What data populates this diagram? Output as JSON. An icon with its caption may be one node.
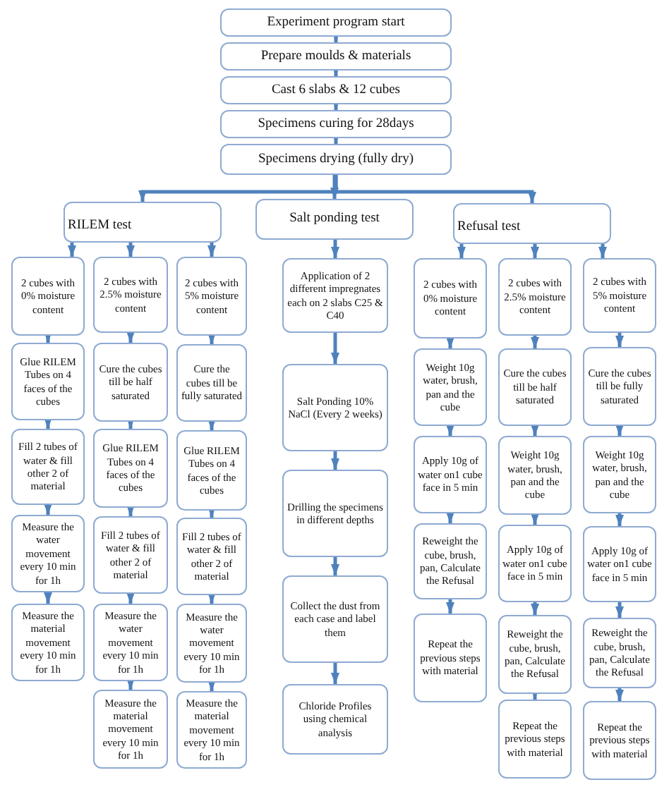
{
  "diagram": {
    "nodes": [
      {
        "text": [
          "Experiment program start"
        ]
      },
      {
        "text": [
          "Prepare moulds & materials"
        ]
      },
      {
        "text": [
          "Cast 6 slabs & 12 cubes"
        ]
      },
      {
        "text": [
          "Specimens curing for 28days"
        ]
      },
      {
        "text": [
          "Specimens drying (fully dry)"
        ]
      },
      {
        "text": [
          "RILEM test"
        ]
      },
      {
        "text": [
          "Salt ponding test"
        ]
      },
      {
        "text": [
          "Refusal test"
        ]
      },
      {
        "text": [
          "2 cubes with 0% moisture content"
        ]
      },
      {
        "text": [
          "Glue RILEM Tubes on 4 faces of the cubes"
        ]
      },
      {
        "text": [
          "Fill 2 tubes of water & fill other 2 of material"
        ]
      },
      {
        "text": [
          "Measure the water movement every 10 min for 1h"
        ]
      },
      {
        "text": [
          "Measure the material movement every 10 min for 1h"
        ]
      },
      {
        "text": [
          "2 cubes with 2.5% moisture content"
        ]
      },
      {
        "text": [
          "Cure the cubes till be half saturated"
        ]
      },
      {
        "text": [
          "Glue RILEM Tubes on 4 faces of the cubes"
        ]
      },
      {
        "text": [
          "Fill 2 tubes of water & fill other 2 of material"
        ]
      },
      {
        "text": [
          "Measure the water movement every 10 min for 1h"
        ]
      },
      {
        "text": [
          "Measure the material movement every 10 min for 1h"
        ]
      },
      {
        "text": [
          "2 cubes with 5% moisture content"
        ]
      },
      {
        "text": [
          "Cure the cubes till be fully saturated"
        ]
      },
      {
        "text": [
          "Glue RILEM Tubes on 4 faces of the cubes"
        ]
      },
      {
        "text": [
          "Fill 2 tubes of water & fill other 2 of material"
        ]
      },
      {
        "text": [
          "Measure the water movement every 10 min for 1h"
        ]
      },
      {
        "text": [
          "Measure the material movement every 10 min for 1h"
        ]
      },
      {
        "text": [
          "Application of 2 different impregnates each on 2 slabs C25 & C40"
        ]
      },
      {
        "text": [
          "Salt Ponding 10% NaCl (Every 2 weeks)"
        ]
      },
      {
        "text": [
          "Drilling the specimens in different depths"
        ]
      },
      {
        "text": [
          "Collect the dust from each case and label them"
        ]
      },
      {
        "text": [
          "Chloride Profiles using chemical analysis"
        ]
      },
      {
        "text": [
          "2 cubes with 0% moisture content"
        ]
      },
      {
        "text": [
          "Weight 10g water, brush, pan and the cube"
        ]
      },
      {
        "text": [
          "Apply 10g of water on1 cube face in 5 min"
        ]
      },
      {
        "text": [
          "Reweight the cube, brush, pan, Calculate the Refusal"
        ]
      },
      {
        "text": [
          "Repeat the previous steps with material"
        ]
      },
      {
        "text": [
          "2 cubes with 2.5% moisture content"
        ]
      },
      {
        "text": [
          "Cure the cubes till be half saturated"
        ]
      },
      {
        "text": [
          "Weight 10g water, brush, pan and the cube"
        ]
      },
      {
        "text": [
          "Apply 10g of water on1 cube face in 5 min"
        ]
      },
      {
        "text": [
          "Reweight the cube, brush, pan, Calculate the Refusal"
        ]
      },
      {
        "text": [
          "Repeat the previous steps with material"
        ]
      },
      {
        "text": [
          "2 cubes with 5% moisture content"
        ]
      },
      {
        "text": [
          "Cure the cubes till be fully saturated"
        ]
      },
      {
        "text": [
          "Weight 10g water, brush, pan and the cube"
        ]
      },
      {
        "text": [
          "Apply 10g of water on1 cube face in 5 min"
        ]
      },
      {
        "text": [
          "Reweight the cube, brush, pan, Calculate the Refusal"
        ]
      },
      {
        "text": [
          "Repeat the previous steps with material"
        ]
      }
    ],
    "edges": [
      {
        "from": 0,
        "to": 1,
        "arrow": "to"
      },
      {
        "from": 1,
        "to": 2,
        "arrow": "to"
      },
      {
        "from": 2,
        "to": 3,
        "arrow": "to"
      },
      {
        "from": 3,
        "to": 4,
        "arrow": "to"
      },
      {
        "from": 4,
        "to": 5,
        "arrow": "to"
      },
      {
        "from": 4,
        "to": 6,
        "arrow": "to"
      },
      {
        "from": 4,
        "to": 7,
        "arrow": "to"
      },
      {
        "from": 5,
        "to": 8,
        "arrow": "to"
      },
      {
        "from": 5,
        "to": 13,
        "arrow": "to"
      },
      {
        "from": 5,
        "to": 19,
        "arrow": "to"
      },
      {
        "from": 8,
        "to": 9,
        "arrow": "to"
      },
      {
        "from": 9,
        "to": 10,
        "arrow": "to"
      },
      {
        "from": 10,
        "to": 11,
        "arrow": "to"
      },
      {
        "from": 11,
        "to": 12,
        "arrow": "to"
      },
      {
        "from": 13,
        "to": 14,
        "arrow": "to"
      },
      {
        "from": 14,
        "to": 15,
        "arrow": "to"
      },
      {
        "from": 15,
        "to": 16,
        "arrow": "to"
      },
      {
        "from": 16,
        "to": 17,
        "arrow": "to"
      },
      {
        "from": 17,
        "to": 18,
        "arrow": "to"
      },
      {
        "from": 19,
        "to": 20,
        "arrow": "to"
      },
      {
        "from": 20,
        "to": 21,
        "arrow": "to"
      },
      {
        "from": 21,
        "to": 22,
        "arrow": "to"
      },
      {
        "from": 22,
        "to": 23,
        "arrow": "to"
      },
      {
        "from": 23,
        "to": 24,
        "arrow": "to"
      },
      {
        "from": 6,
        "to": 25,
        "arrow": "to"
      },
      {
        "from": 25,
        "to": 26,
        "arrow": "to"
      },
      {
        "from": 26,
        "to": 27,
        "arrow": "to"
      },
      {
        "from": 27,
        "to": 28,
        "arrow": "to"
      },
      {
        "from": 28,
        "to": 29,
        "arrow": "to"
      },
      {
        "from": 7,
        "to": 30,
        "arrow": "to"
      },
      {
        "from": 7,
        "to": 35,
        "arrow": "to"
      },
      {
        "from": 7,
        "to": 41,
        "arrow": "to"
      },
      {
        "from": 30,
        "to": 31,
        "arrow": "to"
      },
      {
        "from": 31,
        "to": 32,
        "arrow": "to"
      },
      {
        "from": 32,
        "to": 33,
        "arrow": "to"
      },
      {
        "from": 33,
        "to": 34,
        "arrow": "to"
      },
      {
        "from": 35,
        "to": 36,
        "arrow": "to"
      },
      {
        "from": 36,
        "to": 37,
        "arrow": "to"
      },
      {
        "from": 37,
        "to": 38,
        "arrow": "to"
      },
      {
        "from": 38,
        "to": 39,
        "arrow": "to"
      },
      {
        "from": 39,
        "to": 40,
        "arrow": "to"
      },
      {
        "from": 41,
        "to": 42,
        "arrow": "to"
      },
      {
        "from": 42,
        "to": 43,
        "arrow": "to"
      },
      {
        "from": 43,
        "to": 44,
        "arrow": "to"
      },
      {
        "from": 44,
        "to": 45,
        "arrow": "to"
      },
      {
        "from": 45,
        "to": 46,
        "arrow": "to"
      }
    ]
  }
}
